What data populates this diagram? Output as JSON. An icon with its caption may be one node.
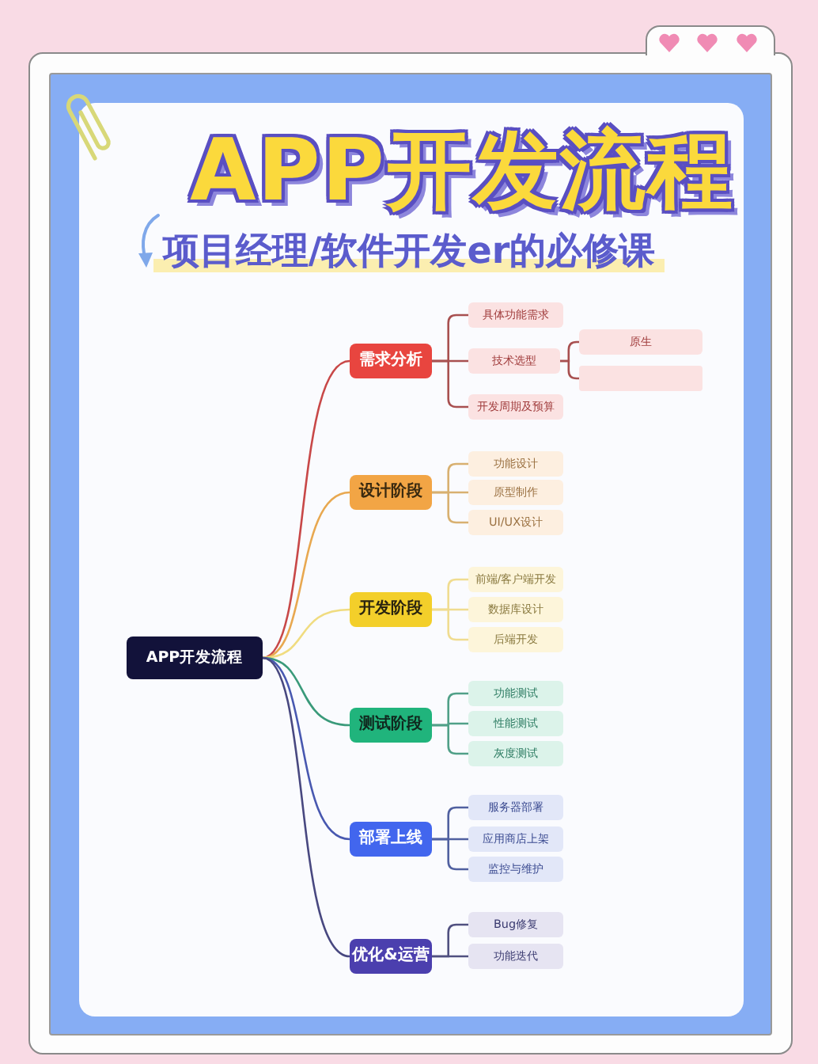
{
  "diagram": {
    "title": "APP开发流程",
    "nodes": [
      {
        "text": [
          "APP开发流程"
        ]
      },
      {
        "text": [
          "需求分析"
        ]
      },
      {
        "text": [
          "具体功能需求"
        ]
      },
      {
        "text": [
          "技术选型"
        ]
      },
      {
        "text": [
          "原生"
        ]
      },
      {
        "text": [],
        "shape": "box"
      },
      {
        "text": [
          "开发周期及预算"
        ]
      },
      {
        "text": [
          "设计阶段"
        ]
      },
      {
        "text": [
          "功能设计"
        ]
      },
      {
        "text": [
          "原型制作"
        ]
      },
      {
        "text": [
          "UI/UX设计"
        ]
      },
      {
        "text": [
          "开发阶段"
        ]
      },
      {
        "text": [
          "前端/客户端开发"
        ]
      },
      {
        "text": [
          "数据库设计"
        ]
      },
      {
        "text": [
          "后端开发"
        ]
      },
      {
        "text": [
          "测试阶段"
        ]
      },
      {
        "text": [
          "功能测试"
        ]
      },
      {
        "text": [
          "性能测试"
        ]
      },
      {
        "text": [
          "灰度测试"
        ]
      },
      {
        "text": [
          "部署上线"
        ]
      },
      {
        "text": [
          "服务器部署"
        ]
      },
      {
        "text": [
          "应用商店上架"
        ]
      },
      {
        "text": [
          "监控与维护"
        ]
      },
      {
        "text": [
          "优化&运营"
        ]
      },
      {
        "text": [
          "Bug修复"
        ]
      },
      {
        "text": [
          "功能迭代"
        ]
      }
    ],
    "edges": [
      {
        "from": 0,
        "to": 1,
        "arrow": "none",
        "color": "#c84848"
      },
      {
        "from": 0,
        "to": 7,
        "arrow": "none",
        "color": "#e8a850"
      },
      {
        "from": 0,
        "to": 11,
        "arrow": "none",
        "color": "#f0dc80"
      },
      {
        "from": 0,
        "to": 15,
        "arrow": "none",
        "color": "#3a9a7a"
      },
      {
        "from": 0,
        "to": 19,
        "arrow": "none",
        "color": "#4858b0"
      },
      {
        "from": 0,
        "to": 23,
        "arrow": "none",
        "color": "#484880"
      },
      {
        "from": 1,
        "to": 2,
        "arrow": "none",
        "color": "#a85050"
      },
      {
        "from": 1,
        "to": 3,
        "arrow": "none",
        "color": "#a85050"
      },
      {
        "from": 1,
        "to": 6,
        "arrow": "none",
        "color": "#a85050"
      },
      {
        "from": 3,
        "to": 4,
        "arrow": "none",
        "color": "#a85050"
      },
      {
        "from": 3,
        "to": 5,
        "arrow": "none",
        "color": "#a85050"
      },
      {
        "from": 7,
        "to": 8,
        "arrow": "none",
        "color": "#d8b070"
      },
      {
        "from": 7,
        "to": 9,
        "arrow": "none",
        "color": "#d8b070"
      },
      {
        "from": 7,
        "to": 10,
        "arrow": "none",
        "color": "#d8b070"
      },
      {
        "from": 11,
        "to": 12,
        "arrow": "none",
        "color": "#f0dc90"
      },
      {
        "from": 11,
        "to": 13,
        "arrow": "none",
        "color": "#f0dc90"
      },
      {
        "from": 11,
        "to": 14,
        "arrow": "none",
        "color": "#f0dc90"
      },
      {
        "from": 15,
        "to": 16,
        "arrow": "none",
        "color": "#50a088"
      },
      {
        "from": 15,
        "to": 17,
        "arrow": "none",
        "color": "#50a088"
      },
      {
        "from": 15,
        "to": 18,
        "arrow": "none",
        "color": "#50a088"
      },
      {
        "from": 19,
        "to": 20,
        "arrow": "none",
        "color": "#5060a0"
      },
      {
        "from": 19,
        "to": 21,
        "arrow": "none",
        "color": "#5060a0"
      },
      {
        "from": 19,
        "to": 22,
        "arrow": "none",
        "color": "#5060a0"
      },
      {
        "from": 23,
        "to": 24,
        "arrow": "none",
        "color": "#505080"
      },
      {
        "from": 23,
        "to": 25,
        "arrow": "none",
        "color": "#505080"
      }
    ],
    "labels": [
      "项目经理/软件开发er的必修课"
    ]
  }
}
